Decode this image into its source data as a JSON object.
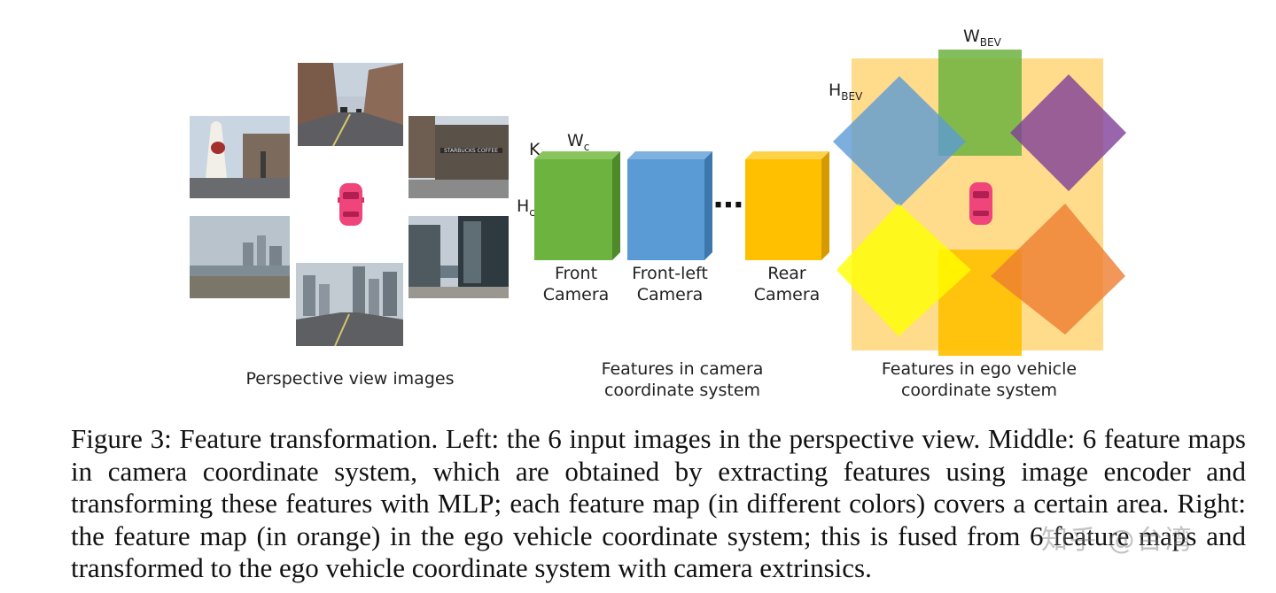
{
  "figure": {
    "left": {
      "caption": "Perspective view images"
    },
    "middle": {
      "dim_k": "K",
      "dim_w": "W",
      "dim_w_sub": "c",
      "dim_h": "H",
      "dim_h_sub": "c",
      "cubes": [
        {
          "line1": "Front",
          "line2": "Camera",
          "color": "#6db33f"
        },
        {
          "line1": "Front-left",
          "line2": "Camera",
          "color": "#5b9bd5"
        },
        {
          "line1": "Rear",
          "line2": "Camera",
          "color": "#ffc000"
        }
      ],
      "ellipsis": "⋯",
      "caption_line1": "Features in camera",
      "caption_line2": "coordinate system"
    },
    "right": {
      "w_label": "W",
      "w_sub": "BEV",
      "h_label": "H",
      "h_sub": "BEV",
      "caption_line1": "Features in ego vehicle",
      "caption_line2": "coordinate system",
      "background_color": "#ffdb8c"
    }
  },
  "caption": "Figure 3: Feature transformation. Left: the 6 input images in the perspective view. Middle: 6 feature maps in camera coordinate system, which are obtained by extracting features using image encoder and transforming these features with MLP; each feature map (in different colors) covers a certain area. Right: the feature map (in orange) in the ego vehicle coordinate system; this is fused from 6 feature maps and transformed to the ego vehicle coordinate system with camera extrinsics.",
  "watermark": "知乎 @台湾"
}
